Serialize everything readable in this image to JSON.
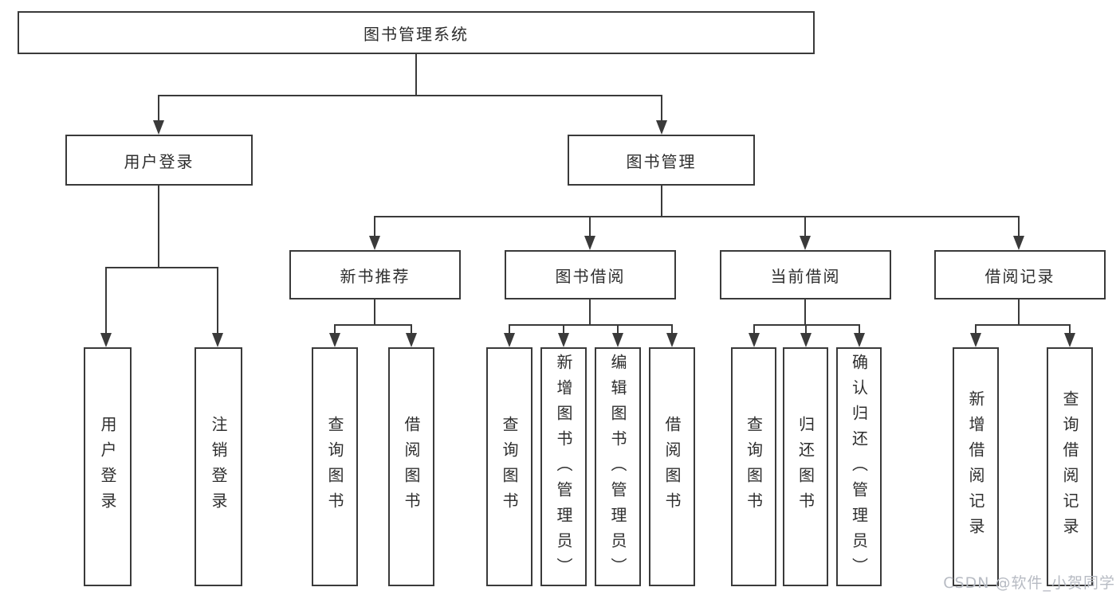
{
  "diagram": {
    "title": "图书管理系统",
    "root": {
      "label": "图书管理系统"
    },
    "level2": [
      {
        "label": "用户登录"
      },
      {
        "label": "图书管理"
      }
    ],
    "level3": [
      {
        "label": "新书推荐",
        "parent": "图书管理"
      },
      {
        "label": "图书借阅",
        "parent": "图书管理"
      },
      {
        "label": "当前借阅",
        "parent": "图书管理"
      },
      {
        "label": "借阅记录",
        "parent": "图书管理"
      }
    ],
    "leaves": [
      {
        "label": "用户登录",
        "parent": "用户登录"
      },
      {
        "label": "注销登录",
        "parent": "用户登录"
      },
      {
        "label": "查询图书",
        "parent": "新书推荐"
      },
      {
        "label": "借阅图书",
        "parent": "新书推荐"
      },
      {
        "label": "查询图书",
        "parent": "图书借阅"
      },
      {
        "label": "新增图书（管理员）",
        "parent": "图书借阅"
      },
      {
        "label": "编辑图书（管理员）",
        "parent": "图书借阅"
      },
      {
        "label": "借阅图书",
        "parent": "图书借阅"
      },
      {
        "label": "查询图书",
        "parent": "当前借阅"
      },
      {
        "label": "归还图书",
        "parent": "当前借阅"
      },
      {
        "label": "确认归还（管理员）",
        "parent": "当前借阅"
      },
      {
        "label": "新增借阅记录",
        "parent": "借阅记录"
      },
      {
        "label": "查询借阅记录",
        "parent": "借阅记录"
      }
    ]
  },
  "watermark": {
    "text": "CSDN @软件_小贺同学"
  },
  "colors": {
    "line": "#3a3a3a",
    "box_border": "#3a3a3a",
    "text": "#2e2e2e",
    "watermark": "#b7bbc3",
    "background": "#ffffff"
  }
}
